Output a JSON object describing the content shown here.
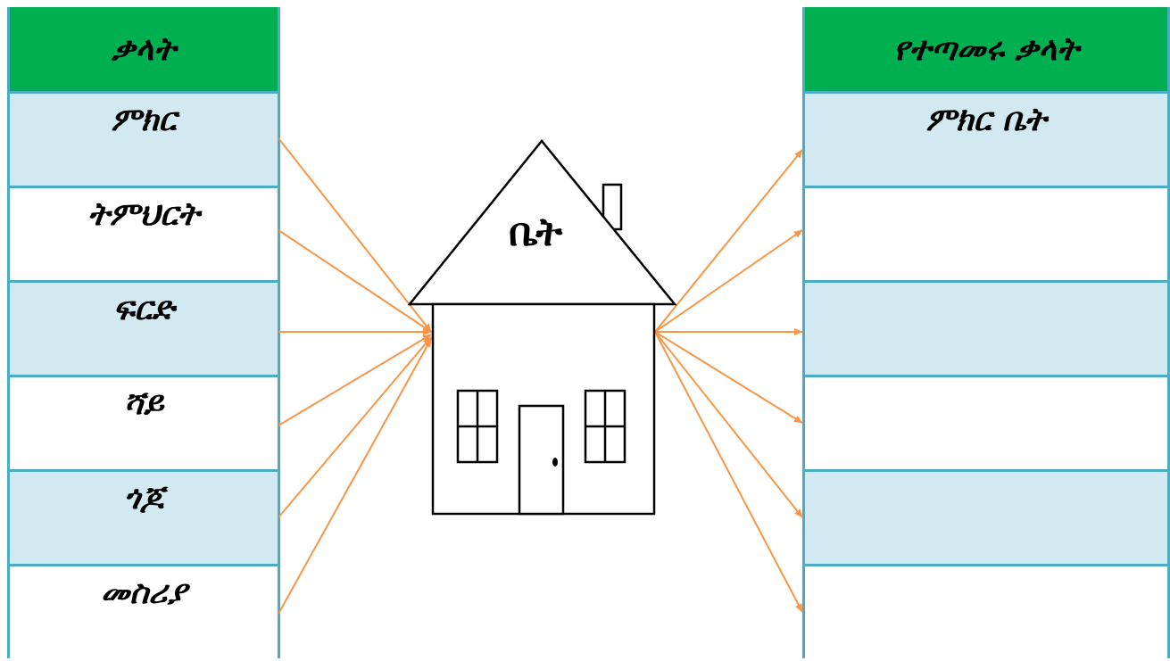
{
  "left_table": {
    "header": "ቃላት",
    "items": [
      "ምክር",
      "ትምህርት",
      "ፍርድ",
      "ሻይ",
      "ጎጆ",
      "መስሪያ"
    ]
  },
  "right_table": {
    "header": "የተጣመሩ ቃላት",
    "items": [
      "ምክር ቤት",
      "",
      "",
      "",
      "",
      ""
    ]
  },
  "center": {
    "word": "ቤት"
  },
  "colors": {
    "header_green": "#00b050",
    "row_tint": "#d3e9f2",
    "border_blue": "#4bacc6",
    "arrow_orange": "#f79646"
  }
}
